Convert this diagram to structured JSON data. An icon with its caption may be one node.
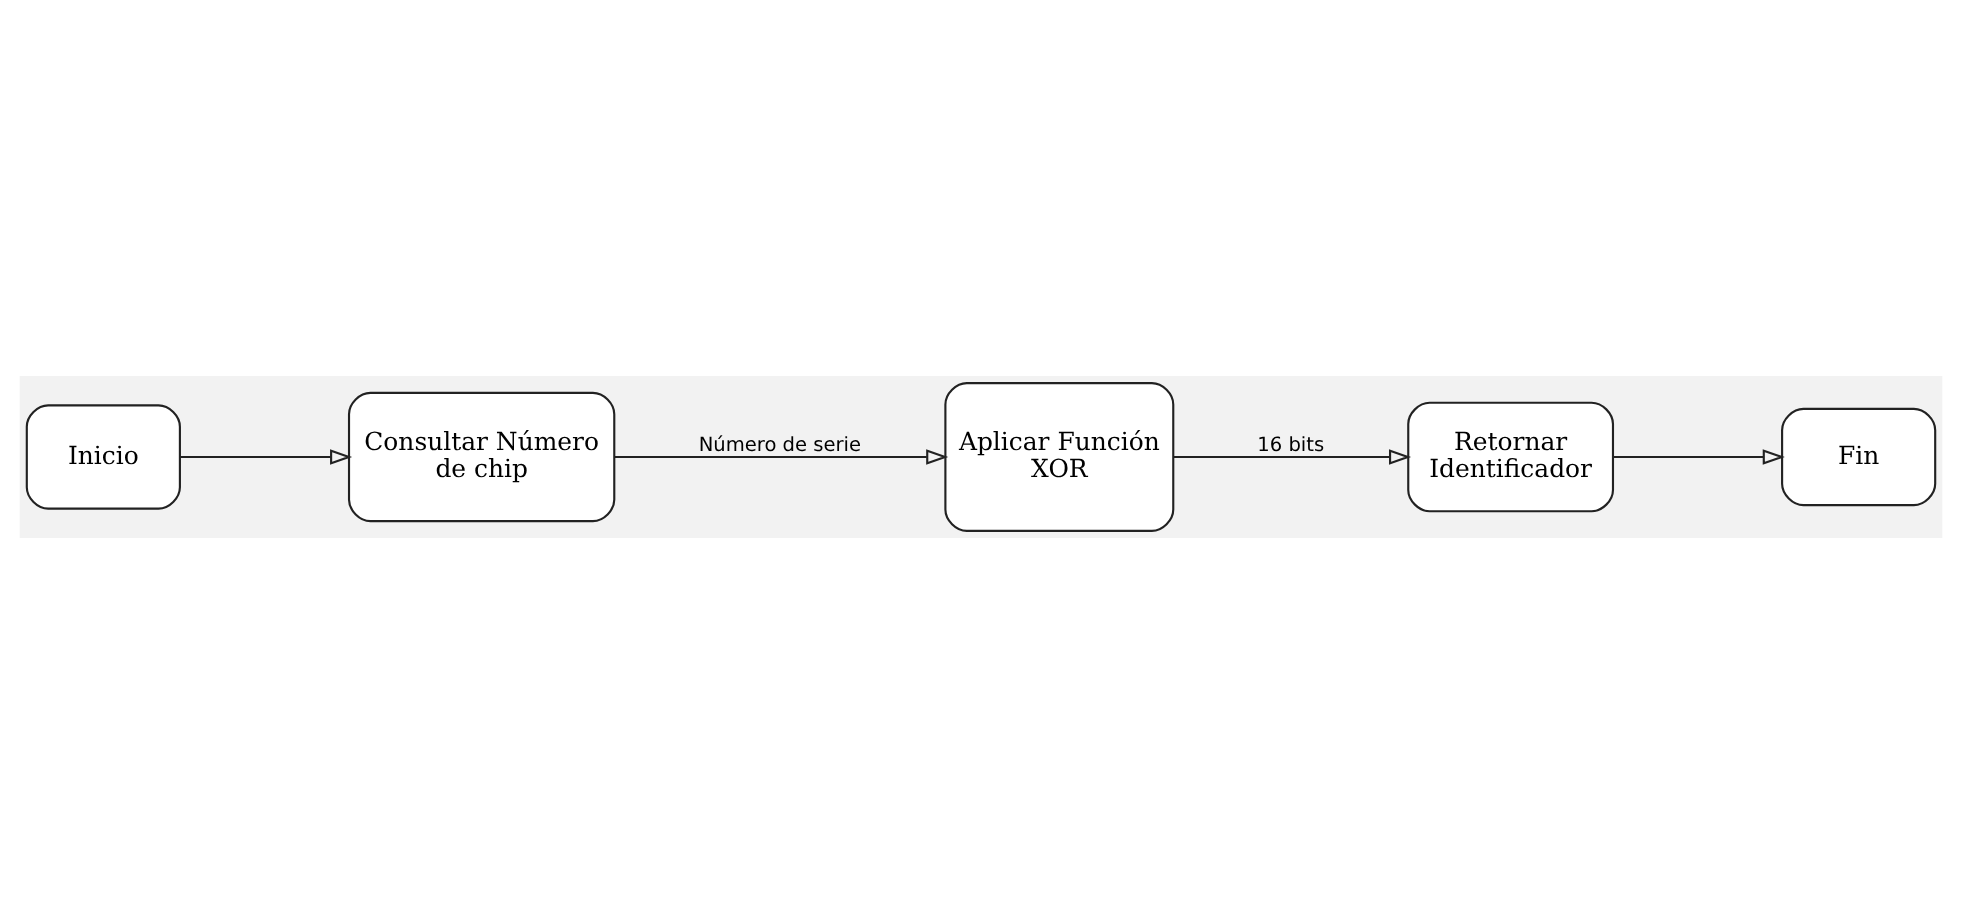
{
  "diagram": {
    "nodes": [
      {
        "text": [
          "Inicio"
        ]
      },
      {
        "text": [
          "Consultar Número de chip"
        ]
      },
      {
        "text": [
          "Aplicar Función XOR"
        ]
      },
      {
        "text": [
          "Retornar Identificador"
        ]
      },
      {
        "text": [
          "Fin"
        ]
      }
    ],
    "edges": [
      {
        "from": 0,
        "to": 1,
        "arrow": "to"
      },
      {
        "from": 1,
        "to": 2,
        "arrow": "to",
        "label": "Número de serie"
      },
      {
        "from": 2,
        "to": 3,
        "arrow": "to",
        "label": "16 bits"
      },
      {
        "from": 3,
        "to": 4,
        "arrow": "to"
      }
    ]
  }
}
